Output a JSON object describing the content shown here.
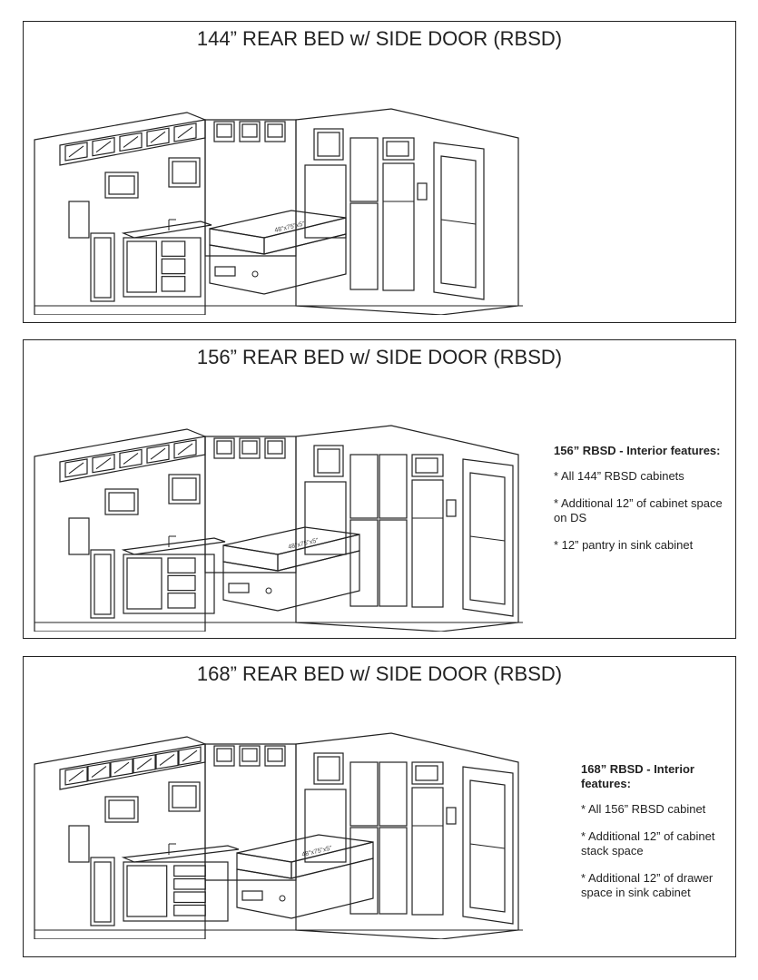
{
  "panels": [
    {
      "title": "144” REAR BED w/ SIDE DOOR (RBSD)",
      "bed_label": "48\"x75\"x5\""
    },
    {
      "title": "156” REAR BED w/ SIDE DOOR (RBSD)",
      "bed_label": "48\"x75\"x5\"",
      "features": {
        "title": "156” RBSD - Interior features:",
        "items": [
          "* All 144” RBSD cabinets",
          "* Additional 12” of cabinet space on DS",
          "* 12” pantry in sink cabinet"
        ]
      }
    },
    {
      "title": "168” REAR BED w/ SIDE DOOR (RBSD)",
      "bed_label": "48\"x75\"x5\"",
      "features": {
        "title": "168” RBSD - Interior features:",
        "items": [
          "* All 156” RBSD cabinet",
          "* Additional 12” of cabinet stack space",
          "* Additional 12” of drawer space in sink cabinet"
        ]
      }
    }
  ],
  "colors": {
    "line": "#222222",
    "background": "#ffffff"
  }
}
